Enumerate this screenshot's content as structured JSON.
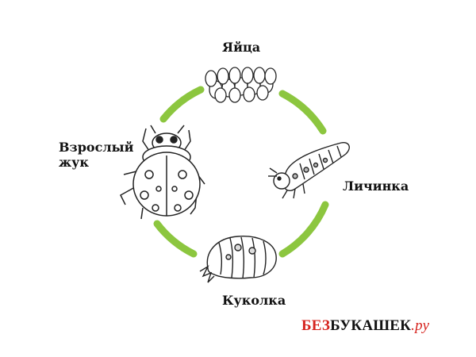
{
  "labels": {
    "eggs": "Яйца",
    "larva": "Личинка",
    "pupa": "Куколка",
    "adult_line1": "Взрослый",
    "adult_line2": "жук"
  },
  "brand": {
    "part1": "БЕЗ",
    "part2": "БУКАШЕК",
    "part3": ".ру"
  },
  "colors": {
    "arc": "#8cc63f",
    "brand_red": "#d6231e",
    "ink": "#111111"
  },
  "icons": [
    "eggs-icon",
    "larva-icon",
    "pupa-icon",
    "ladybug-icon"
  ]
}
